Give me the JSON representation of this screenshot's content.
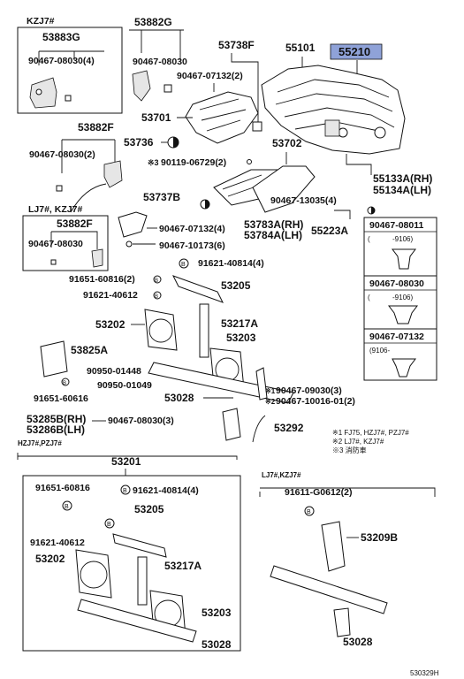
{
  "boxes": {
    "kzj7": {
      "title": "KZJ7#",
      "group": "53883G",
      "bolt": "90467-08030(4)"
    },
    "lj7": {
      "title": "LJ7#, KZJ7#",
      "group": "53882F",
      "bolt": "90467-08030"
    },
    "hzj": {
      "title": "HZJ7#,PZJ7#",
      "group": "53201",
      "parts": [
        "91651-60816",
        "91621-40814(4)",
        "53205",
        "91621-40612",
        "53202",
        "53217A",
        "53203",
        "53028"
      ]
    },
    "lj7b": {
      "title": "LJ7#,KZJ7#",
      "parts": [
        "91611-G0612(2)",
        "53209B",
        "53028"
      ]
    }
  },
  "labels": {
    "p53882G": "53882G",
    "p90467_08030": "90467-08030",
    "p53738F": "53738F",
    "p90467_07132_2": "90467-07132(2)",
    "p55101": "55101",
    "p55210": "55210",
    "p53701": "53701",
    "p53882F": "53882F",
    "p90467_08030_2": "90467-08030(2)",
    "p53736": "53736",
    "p53702": "53702",
    "note3": "※3",
    "p90119": "90119-06729(2)",
    "p55133A": "55133A(RH)",
    "p55134A": "55134A(LH)",
    "p53737B": "53737B",
    "p90467_13035": "90467-13035(4)",
    "p90467_07132_4": "90467-07132(4)",
    "p53783A": "53783A(RH)",
    "p53784A": "53784A(LH)",
    "p55223A": "55223A",
    "p90467_10173": "90467-10173(6)",
    "p91651_60816_2": "91651-60816(2)",
    "p91621_40814_4": "91621-40814(4)",
    "p91621_40612": "91621-40612",
    "p53205": "53205",
    "p53202": "53202",
    "p53217A": "53217A",
    "p53203": "53203",
    "p53825A": "53825A",
    "p90950_01448": "90950-01448",
    "p91651_60616": "91651-60616",
    "p90950_01049": "90950-01049",
    "p53028": "53028",
    "note1": "※1",
    "note2": "※2",
    "p90467_09030": "90467-09030(3)",
    "p90467_10016": "90467-10016-01(2)",
    "p53285B": "53285B(RH)",
    "p53286B": "53286B(LH)",
    "p90467_08030_3": "90467-08030(3)",
    "p53292": "53292",
    "diagram_code": "530329H"
  },
  "clips": [
    {
      "part": "90467-08011",
      "range": "-9106)",
      "open": "("
    },
    {
      "part": "90467-08030",
      "range": "-9106)",
      "open": "("
    },
    {
      "part": "90467-07132",
      "range": "(9106-",
      "open": ""
    }
  ],
  "notes": [
    "※1 FJ75, HZJ7#, PZJ7#",
    "※2 LJ7#, KZJ7#",
    "※3 消防車"
  ]
}
